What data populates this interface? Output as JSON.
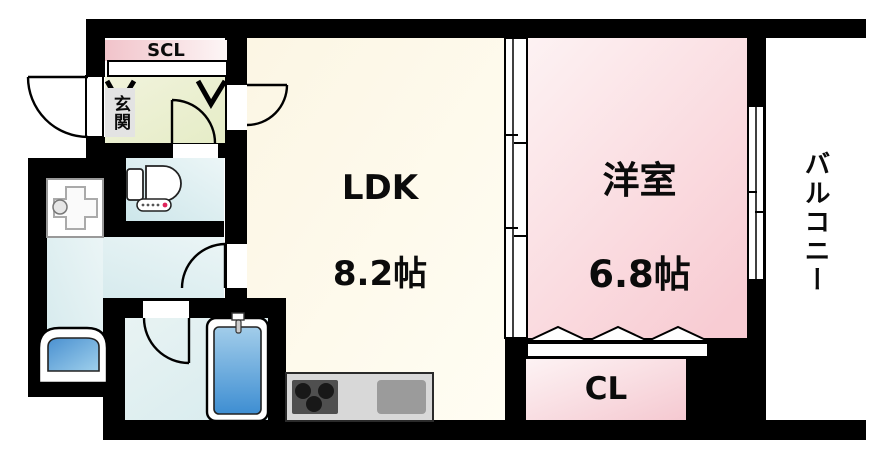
{
  "plan": {
    "shoe_closet": "SCL",
    "entrance": "玄関",
    "ldk": {
      "name": "LDK",
      "size": "8.2帖"
    },
    "western_room": {
      "name": "洋室",
      "size": "6.8帖"
    },
    "closet": "CL",
    "balcony": "バルコニー",
    "fixtures": [
      "entrance-door",
      "shoe-closet-rod",
      "toilet",
      "washing-machine-pan",
      "wash-basin",
      "bathtub",
      "kitchen-counter",
      "gas-stove",
      "kitchen-sink",
      "sliding-partition",
      "balcony-window",
      "folding-closet-door"
    ],
    "colors": {
      "wall": "#000000",
      "ldk_floor": "#fcf7e8",
      "western_floor": "#f8ccd3",
      "closet_fill": "#f6ccd4",
      "shoe_closet_fill": "#f2c6cc",
      "entrance_floor": "#eaefcf",
      "toilet_floor": "#d9ecef",
      "washroom_floor": "#ddeef0",
      "bathroom_floor": "#dfeff0",
      "bathtub_blue": "#4a97d8",
      "basin_blue": "#5b9fd8",
      "counter_gray": "#d8d8d8",
      "stove_dark": "#4f4f4f",
      "toilet_led": "#e0245a"
    }
  }
}
